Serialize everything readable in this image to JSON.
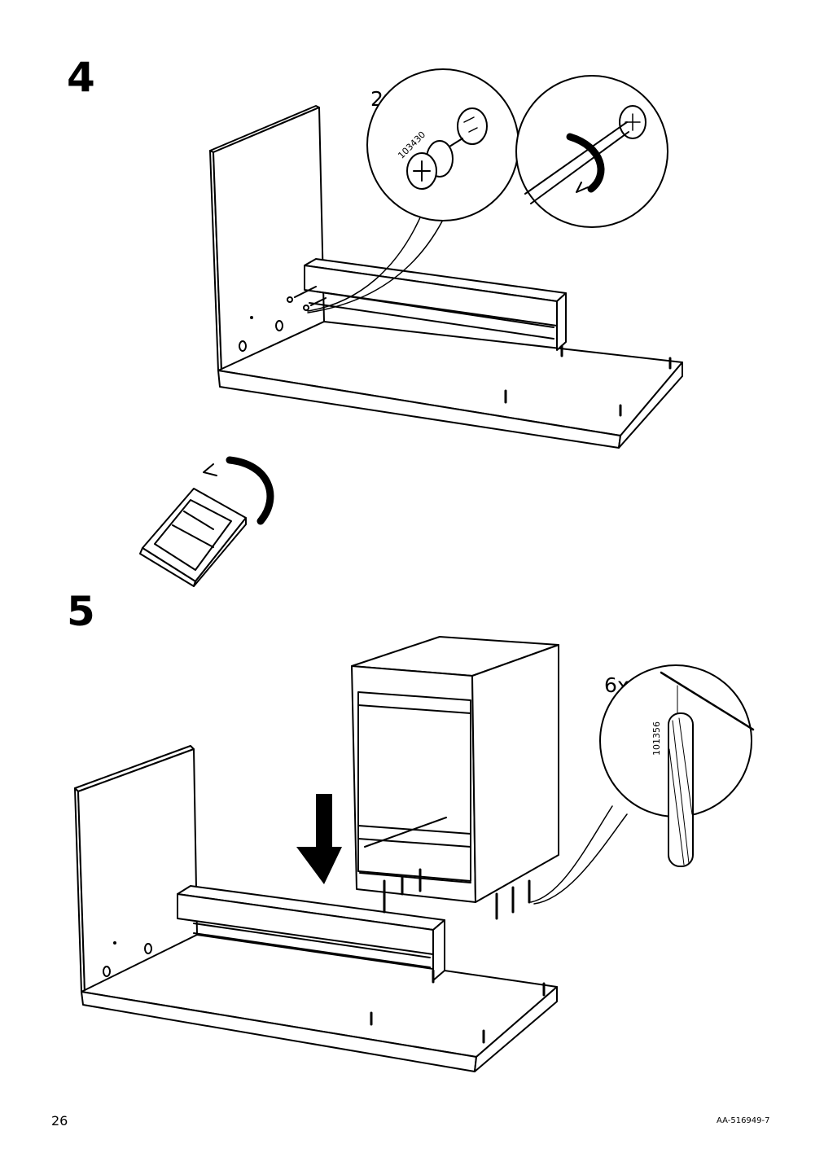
{
  "steps": [
    {
      "number": "4",
      "parts": [
        {
          "quantity": "2x",
          "part_number": "103430"
        }
      ]
    },
    {
      "number": "5",
      "parts": [
        {
          "quantity": "6x",
          "part_number": "101356"
        }
      ]
    }
  ],
  "footer": {
    "page_number": "26",
    "document_code": "AA-516949-7"
  }
}
